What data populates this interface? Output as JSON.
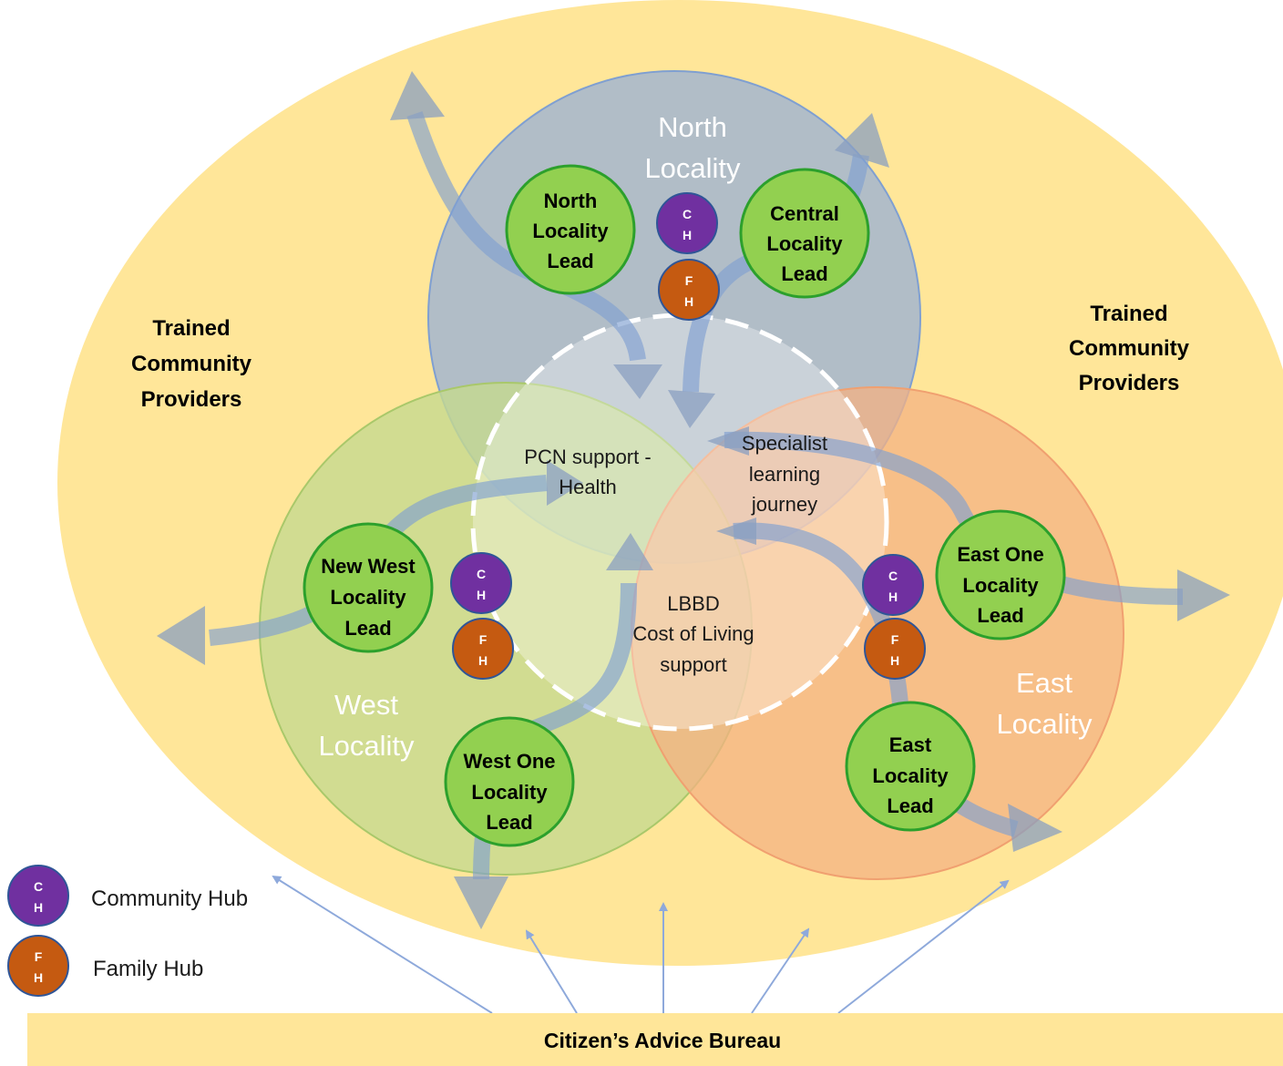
{
  "outer_region": {
    "left_label": [
      "Trained",
      "Community",
      "Providers"
    ],
    "right_label": [
      "Trained",
      "Community",
      "Providers"
    ]
  },
  "localities": {
    "north": [
      "North",
      "Locality"
    ],
    "west": [
      "West",
      "Locality"
    ],
    "east": [
      "East",
      "Locality"
    ]
  },
  "leads": {
    "north": [
      "North",
      "Locality",
      "Lead"
    ],
    "central": [
      "Central",
      "Locality",
      "Lead"
    ],
    "new_west": [
      "New West",
      "Locality",
      "Lead"
    ],
    "west_one": [
      "West One",
      "Locality",
      "Lead"
    ],
    "east_one": [
      "East One",
      "Locality",
      "Lead"
    ],
    "east": [
      "East",
      "Locality",
      "Lead"
    ]
  },
  "hubs": {
    "community": [
      "C",
      "H"
    ],
    "family": [
      "F",
      "H"
    ]
  },
  "center_services": {
    "pcn": [
      "PCN support -",
      "Health"
    ],
    "specialist": [
      "Specialist",
      "learning",
      "journey"
    ],
    "lbbd": [
      "LBBD",
      "Cost of Living",
      "support"
    ]
  },
  "legend": {
    "community_hub": "Community Hub",
    "family_hub": "Family Hub"
  },
  "footer": {
    "label": "Citizen’s Advice Bureau"
  },
  "colors": {
    "outer": "#ffe699",
    "north": "#a8b8cc",
    "west": "#c5d98f",
    "east": "#f4b183",
    "lead": "#92d050",
    "lead_border": "#2ca02c",
    "community_hub": "#7030a0",
    "family_hub": "#c55a11",
    "hub_border": "#2f5597",
    "arrow": "#7f9fd1",
    "footer": "#ffe699"
  }
}
